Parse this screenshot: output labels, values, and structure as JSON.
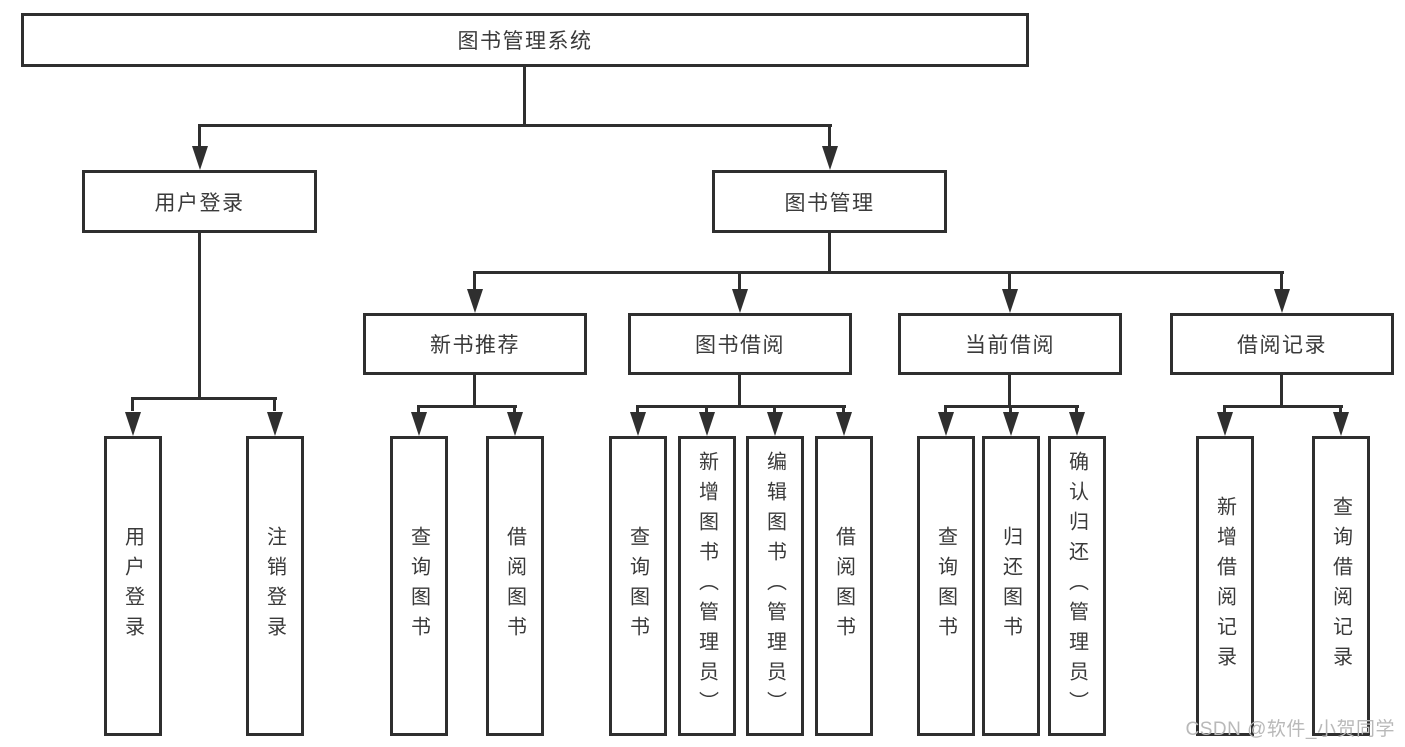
{
  "diagram": {
    "root": {
      "label": "图书管理系统"
    },
    "branches": [
      {
        "label": "用户登录",
        "children": [
          {
            "label": "用户登录"
          },
          {
            "label": "注销登录"
          }
        ]
      },
      {
        "label": "图书管理",
        "sections": [
          {
            "label": "新书推荐",
            "children": [
              {
                "label": "查询图书"
              },
              {
                "label": "借阅图书"
              }
            ]
          },
          {
            "label": "图书借阅",
            "children": [
              {
                "label": "查询图书"
              },
              {
                "label": "新增图书（管理员）"
              },
              {
                "label": "编辑图书（管理员）"
              },
              {
                "label": "借阅图书"
              }
            ]
          },
          {
            "label": "当前借阅",
            "children": [
              {
                "label": "查询图书"
              },
              {
                "label": "归还图书"
              },
              {
                "label": "确认归还（管理员）"
              }
            ]
          },
          {
            "label": "借阅记录",
            "children": [
              {
                "label": "新增借阅记录"
              },
              {
                "label": "查询借阅记录"
              }
            ]
          }
        ]
      }
    ]
  },
  "watermark": {
    "text": "CSDN @软件_小贺同学"
  },
  "colors": {
    "line": "#2f2f2f",
    "text": "#3a3a3a",
    "watermark": "#b9b9b9",
    "background": "#ffffff"
  }
}
